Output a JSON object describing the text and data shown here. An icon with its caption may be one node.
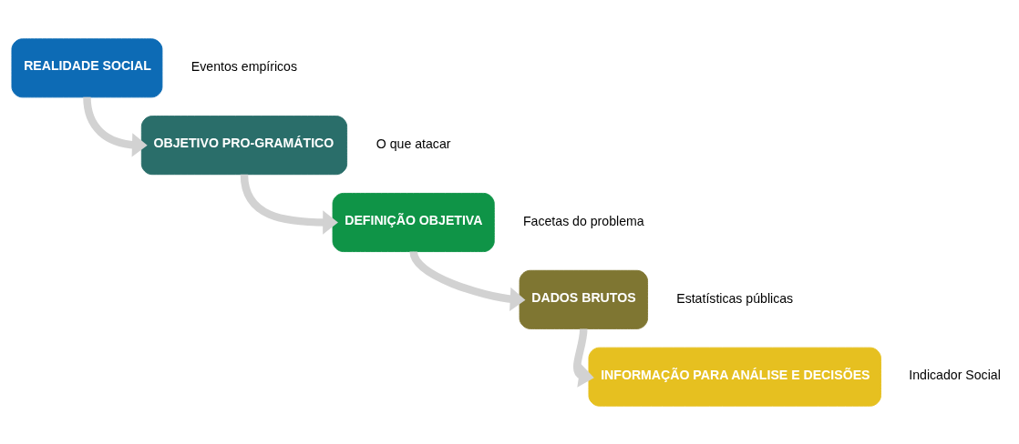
{
  "diagram": {
    "nodes": [
      {
        "text": [
          "REALIDADE SOCIAL"
        ],
        "beside": [
          "Eventos empíricos"
        ]
      },
      {
        "text": [
          "OBJETIVO PRO-GRAMÁTICO"
        ],
        "beside": [
          "O que atacar"
        ]
      },
      {
        "text": [
          "DEFINIÇÃO OBJETIVA"
        ],
        "beside": [
          "Facetas do problema"
        ]
      },
      {
        "text": [
          "DADOS BRUTOS"
        ],
        "beside": [
          "Estatísticas públicas"
        ]
      },
      {
        "text": [
          "INFORMAÇÃO PARA ANÁLISE E DECISÕES"
        ],
        "beside": [
          "Indicador Social"
        ]
      }
    ],
    "edges": [
      {
        "from": 0,
        "to": 1,
        "arrow": "to"
      },
      {
        "from": 1,
        "to": 2,
        "arrow": "to"
      },
      {
        "from": 2,
        "to": 3,
        "arrow": "to"
      },
      {
        "from": 3,
        "to": 4,
        "arrow": "to"
      }
    ]
  }
}
